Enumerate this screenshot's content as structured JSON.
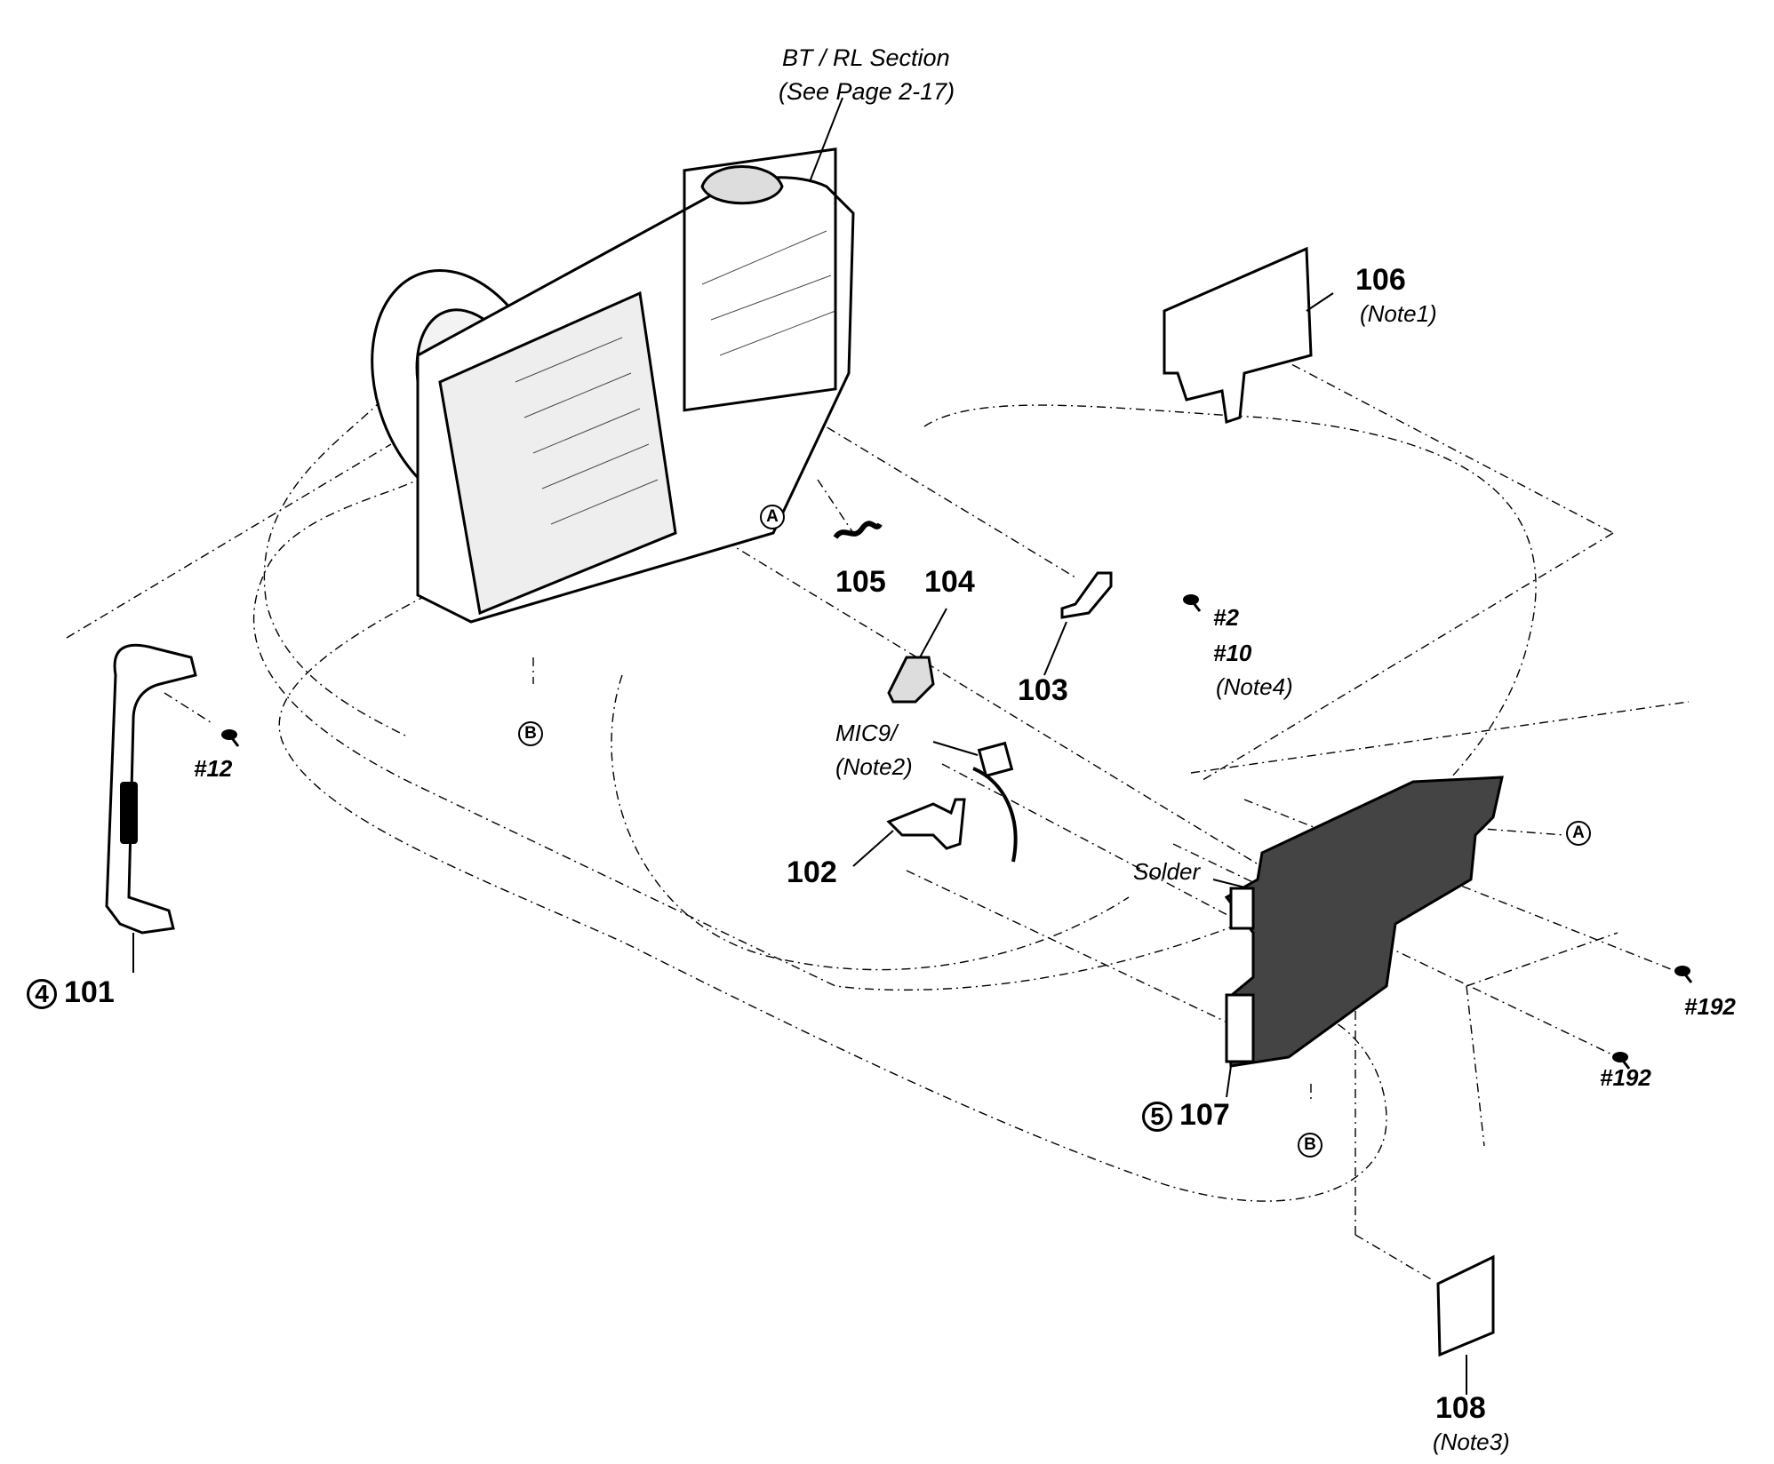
{
  "header": {
    "section_title": "BT / RL Section",
    "section_ref": "(See Page 2-17)"
  },
  "parts": {
    "p101": {
      "ref_circle": "4",
      "number": "101"
    },
    "p102": {
      "number": "102"
    },
    "p103": {
      "number": "103"
    },
    "p104": {
      "number": "104"
    },
    "p105": {
      "number": "105"
    },
    "p106": {
      "number": "106",
      "note": "(Note1)"
    },
    "p107": {
      "ref_circle": "5",
      "number": "107"
    },
    "p108": {
      "number": "108",
      "note": "(Note3)"
    }
  },
  "mic": {
    "label": "MIC9/",
    "note": "(Note2)"
  },
  "solder": "Solder",
  "screws": {
    "s12": "#12",
    "s2": "#2",
    "s10": "#10",
    "s10_note": "(Note4)",
    "s192a": "#192",
    "s192b": "#192"
  },
  "markers": {
    "a": "A",
    "b": "B"
  }
}
